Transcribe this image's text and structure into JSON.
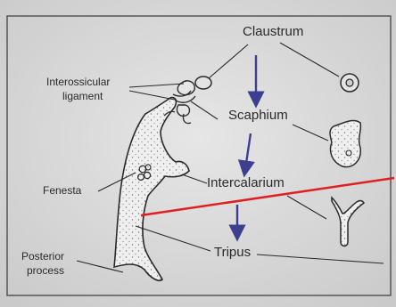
{
  "labels": {
    "claustrum": "Claustrum",
    "interossicular_ligament_line1": "Interossicular",
    "interossicular_ligament_line2": "ligament",
    "scaphium": "Scaphium",
    "fenesta": "Fenesta",
    "intercalarium": "Intercalarium",
    "tripus": "Tripus",
    "posterior_process_line1": "Posterior",
    "posterior_process_line2": "process"
  },
  "colors": {
    "page": "#dcdcdc",
    "ink": "#2a2a2a",
    "arrow": "#3c3f8f",
    "red_line": "#e02020",
    "frame": "#555555"
  }
}
